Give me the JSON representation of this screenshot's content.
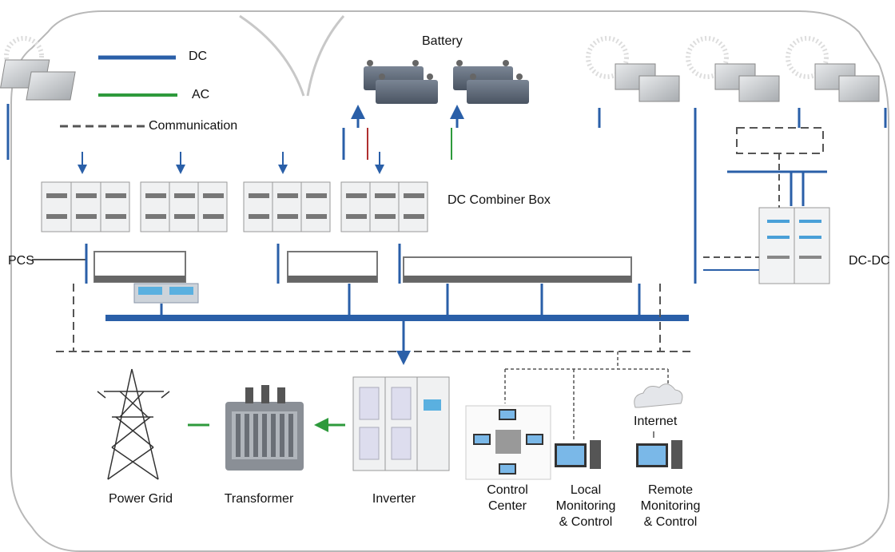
{
  "legend": {
    "dc": "DC",
    "ac": "AC",
    "communication": "Communication"
  },
  "labels": {
    "battery": "Battery",
    "dc_combiner_box": "DC Combiner Box",
    "pcs": "PCS",
    "dc_dc": "DC-DC",
    "internet": "Internet",
    "power_grid": "Power Grid",
    "transformer": "Transformer",
    "inverter": "Inverter",
    "control_center": "Control\nCenter",
    "local_monitoring": "Local\nMonitoring\n& Control",
    "remote_monitoring": "Remote\nMonitoring\n& Control"
  },
  "colors": {
    "dc_line": "#2a5fa8",
    "ac_line": "#2e9a3c",
    "comm_line": "#555555",
    "frame": "#b8b8b8"
  }
}
